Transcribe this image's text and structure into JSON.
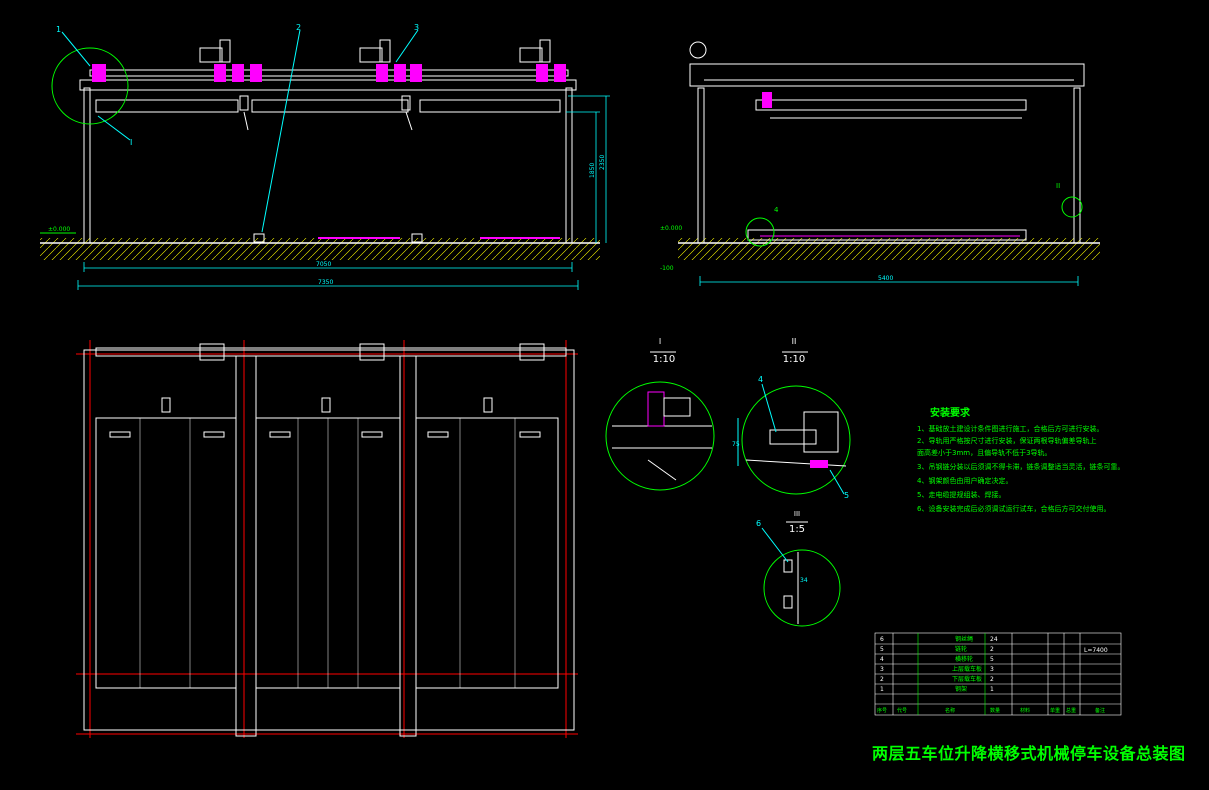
{
  "drawing": {
    "title": "两层五车位升降横移式机械停车设备总装图"
  },
  "front_view": {
    "callouts": [
      "1",
      "2",
      "3"
    ],
    "detail_marker": "I",
    "ground_label": "±0.000",
    "dim_height_inner": "1850",
    "dim_height_outer": "2350",
    "dim_width_inner": "7050",
    "dim_width_outer": "7350"
  },
  "side_view": {
    "detail_marker": "II",
    "callout": "4",
    "left_labels": [
      "±0.000",
      "-100"
    ],
    "dim_width": "5400"
  },
  "details": {
    "detail1": {
      "label": "I",
      "scale": "1:10"
    },
    "detail2": {
      "label": "II",
      "scale": "1:10",
      "callouts": [
        "4",
        "5"
      ],
      "dim": "75"
    },
    "detail3": {
      "label": "III",
      "scale": "1:5",
      "callout": "6",
      "dim": "34"
    }
  },
  "install_requirements": {
    "heading": "安装要求",
    "items": [
      "1、基础放土建设计条件图进行施工，合格后方可进行安装。",
      "2、导轨用严格按尺寸进行安装，保证两根导轨偏差导轨上",
      "    面高差小于3mm，且偏导轨不低于3导轨。",
      "3、吊钢链分装以后须调不得卡滞，链条调整适当灵活，链条可靠。",
      "4、钢架颜色由用户确定决定。",
      "5、走电缆提规组装、焊接。",
      "6、设备安装完成后必须调试运行试车，合格后方可交付使用。"
    ]
  },
  "parts_table": {
    "rows": [
      {
        "no": "6",
        "name": "钢丝绳",
        "qty": "24",
        "remark": "L=7400"
      },
      {
        "no": "5",
        "name": "链轮",
        "qty": "2",
        "remark": ""
      },
      {
        "no": "4",
        "name": "横移轮",
        "qty": "5",
        "remark": ""
      },
      {
        "no": "3",
        "name": "上层载车板",
        "qty": "3",
        "remark": ""
      },
      {
        "no": "2",
        "name": "下层载车板",
        "qty": "2",
        "remark": ""
      },
      {
        "no": "1",
        "name": "钢架",
        "qty": "1",
        "remark": ""
      }
    ],
    "header": [
      "序号",
      "代号",
      "名称",
      "材料",
      "数量",
      "单重",
      "总重",
      "备注"
    ]
  },
  "colors": {
    "background": "#000000",
    "frame": "#ffffff",
    "annotation": "#00ff00",
    "dimension": "#00ffff",
    "actuator": "#ff00ff",
    "ground": "#ffff00",
    "axis": "#ff0000"
  }
}
